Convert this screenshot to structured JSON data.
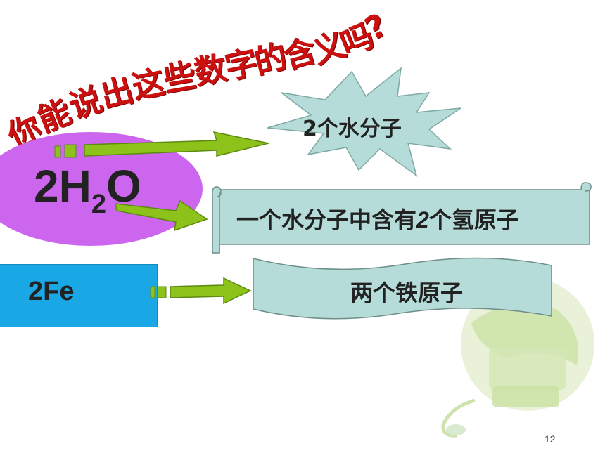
{
  "title": {
    "chars": [
      "你",
      "能",
      "说",
      "出",
      "这",
      "些",
      "数",
      "字",
      "的",
      "含",
      "义",
      "吗",
      "?"
    ]
  },
  "formula_h2o": {
    "coef": "2",
    "h": "H",
    "sub": "2",
    "o": "O"
  },
  "formula_fe": {
    "text": "2Fe"
  },
  "meanings": {
    "burst": "2个水分子",
    "scroll_prefix": "一个水分子中含有",
    "scroll_num": "2",
    "scroll_suffix": "个氢原子",
    "flag": "两个铁原子"
  },
  "page_number": "12",
  "colors": {
    "title": "#cc1010",
    "ellipse": "#cc66ee",
    "fe_box": "#1aa7e6",
    "arrow": "#8cc21a",
    "shape_fill": "#b5dcd8"
  }
}
